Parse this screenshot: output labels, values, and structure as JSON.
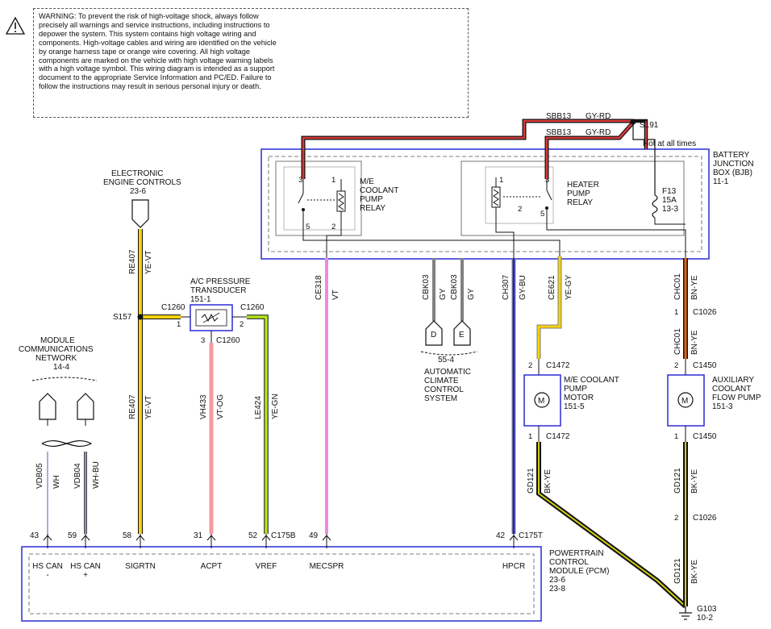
{
  "warning": {
    "text": "WARNING: To prevent the risk of high-voltage shock, always follow precisely all warnings and service instructions, including instructions to depower the system. This system contains high voltage wiring and components. High-voltage cables and wiring are identified on the vehicle by orange harness tape or orange wire covering. All high voltage components are marked on the vehicle with high voltage warning labels with a high voltage symbol. This wiring diagram is intended as a support document to the appropriate Service Information and PC/ED. Failure to follow the instructions may result in serious personal injury or death.",
    "icon": "warning-triangle-icon"
  },
  "supply": {
    "wire1_circuit": "SBB13",
    "wire1_color": "GY-RD",
    "wire2_circuit": "SBB13",
    "wire2_color": "GY-RD",
    "splice": "S191",
    "hot_note": "Hot at all times"
  },
  "bjb": {
    "title_lines": [
      "BATTERY",
      "JUNCTION",
      "BOX (BJB)",
      "11-1"
    ],
    "fuse_lines": [
      "F13",
      "15A",
      "13-3"
    ]
  },
  "me_relay": {
    "label_lines": [
      "M/E",
      "COOLANT",
      "PUMP",
      "RELAY"
    ],
    "pins": [
      "3",
      "1",
      "5",
      "2"
    ]
  },
  "heater_relay": {
    "label_lines": [
      "HEATER",
      "PUMP",
      "RELAY"
    ],
    "pins": [
      "1",
      "3",
      "2",
      "5"
    ]
  },
  "eec": {
    "label_lines": [
      "ELECTRONIC",
      "ENGINE CONTROLS",
      "23-6"
    ]
  },
  "mcn": {
    "label_lines": [
      "MODULE",
      "COMMUNICATIONS",
      "NETWORK",
      "14-4"
    ]
  },
  "ac_transducer": {
    "label_lines": [
      "A/C PRESSURE",
      "TRANSDUCER",
      "151-1"
    ],
    "conn_left": "C1260",
    "conn_right": "C1260",
    "conn_bottom": "C1260",
    "pin_left": "1",
    "pin_right": "2",
    "pin_bottom": "3"
  },
  "splice_s157": "S157",
  "acs": {
    "label_lines": [
      "AUTOMATIC",
      "CLIMATE",
      "CONTROL",
      "SYSTEM"
    ],
    "ref": "55-4",
    "conn_d": "D",
    "conn_e": "E"
  },
  "me_pump": {
    "label_lines": [
      "M/E COOLANT",
      "PUMP",
      "MOTOR",
      "151-5"
    ],
    "top_pin": "2",
    "top_conn": "C1472",
    "bottom_pin": "1",
    "bottom_conn": "C1472"
  },
  "aux_pump": {
    "label_lines": [
      "AUXILIARY",
      "COOLANT",
      "FLOW PUMP",
      "151-3"
    ],
    "top_pin": "2",
    "top_conn": "C1450",
    "bottom_pin": "1",
    "bottom_conn": "C1450"
  },
  "c1026": {
    "pin1": "1",
    "conn1": "C1026",
    "pin2": "2",
    "conn2": "C1026"
  },
  "ground": {
    "name": "G103",
    "ref": "10-2"
  },
  "wires": {
    "re407_top": {
      "circuit": "RE407",
      "color": "YE-VT"
    },
    "re407_bottom": {
      "circuit": "RE407",
      "color": "YE-VT"
    },
    "vdb05": {
      "circuit": "VDB05",
      "color": "WH"
    },
    "vdb04": {
      "circuit": "VDB04",
      "color": "WH-BU"
    },
    "vh433": {
      "circuit": "VH433",
      "color": "VT-OG"
    },
    "le424": {
      "circuit": "LE424",
      "color": "YE-GN"
    },
    "ce318": {
      "circuit": "CE318",
      "color": "VT"
    },
    "cbk03_d": {
      "circuit": "CBK03",
      "color": "GY"
    },
    "cbk03_e": {
      "circuit": "CBK03",
      "color": "GY"
    },
    "ch307": {
      "circuit": "CH307",
      "color": "GY-BU"
    },
    "ce621": {
      "circuit": "CE621",
      "color": "YE-GY"
    },
    "chc01_a": {
      "circuit": "CHC01",
      "color": "BN-YE"
    },
    "chc01_b": {
      "circuit": "CHC01",
      "color": "BN-YE"
    },
    "gd121_a": {
      "circuit": "GD121",
      "color": "BK-YE"
    },
    "gd121_b": {
      "circuit": "GD121",
      "color": "BK-YE"
    },
    "gd121_c": {
      "circuit": "GD121",
      "color": "BK-YE"
    }
  },
  "pcm": {
    "title_lines": [
      "POWERTRAIN",
      "CONTROL",
      "MODULE (PCM)",
      "23-6",
      "23-8"
    ],
    "conn_b": "C175B",
    "conn_t": "C175T",
    "pins": [
      {
        "num": "43",
        "label": "HS CAN",
        "label2": "-"
      },
      {
        "num": "59",
        "label": "HS CAN",
        "label2": "+"
      },
      {
        "num": "58",
        "label": "SIGRTN",
        "label2": ""
      },
      {
        "num": "31",
        "label": "ACPT",
        "label2": ""
      },
      {
        "num": "52",
        "label": "VREF",
        "label2": ""
      },
      {
        "num": "49",
        "label": "MECSPR",
        "label2": ""
      },
      {
        "num": "42",
        "label": "HPCR",
        "label2": ""
      }
    ]
  },
  "colors": {
    "frame_blue": "#2b2bd6",
    "yellow": "#f5d20a",
    "pink": "#f39aa0",
    "violet": "#e98be3",
    "yellow_green": "#b5e61d",
    "grey": "#808080",
    "blue": "#2222cc",
    "orange": "#e8640a",
    "red": "#d83a3a",
    "black": "#000000"
  }
}
